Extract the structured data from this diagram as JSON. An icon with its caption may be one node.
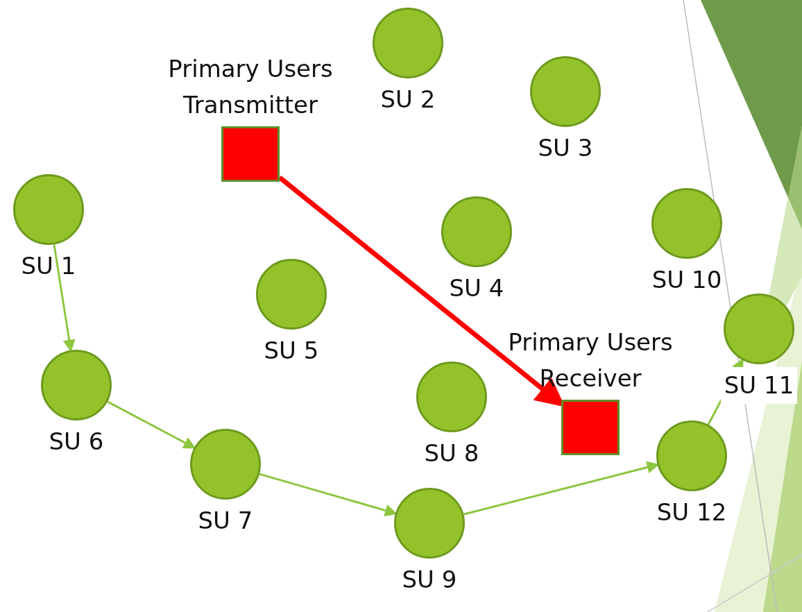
{
  "diagram": {
    "nodes": [
      {
        "text": [],
        "shape": "box",
        "beside": [
          "Primary Users Transmitter"
        ]
      },
      {
        "text": [],
        "shape": "circle",
        "beside": [
          "SU 1"
        ]
      },
      {
        "text": [],
        "shape": "circle",
        "beside": [
          "SU 2"
        ]
      },
      {
        "text": [],
        "shape": "circle",
        "beside": [
          "SU 3"
        ]
      },
      {
        "text": [],
        "shape": "circle",
        "beside": [
          "SU 4"
        ]
      },
      {
        "text": [],
        "shape": "circle",
        "beside": [
          "SU 5"
        ]
      },
      {
        "text": [],
        "shape": "circle",
        "beside": [
          "SU 6"
        ]
      },
      {
        "text": [],
        "shape": "circle",
        "beside": [
          "SU 7"
        ]
      },
      {
        "text": [],
        "shape": "circle",
        "beside": [
          "SU 8"
        ]
      },
      {
        "text": [],
        "shape": "circle",
        "beside": [
          "SU 9"
        ]
      },
      {
        "text": [],
        "shape": "circle",
        "beside": [
          "SU 10"
        ]
      },
      {
        "text": [],
        "shape": "circle",
        "beside": [
          "SU 11"
        ]
      },
      {
        "text": [],
        "shape": "circle",
        "beside": [
          "SU 12"
        ]
      },
      {
        "text": [],
        "shape": "box",
        "beside": [
          "Primary Users Receiver"
        ]
      }
    ],
    "edges": [
      {
        "from": 0,
        "to": 13,
        "arrow": "to",
        "style": "thick",
        "color": "#ff0000"
      },
      {
        "from": 1,
        "to": 6,
        "arrow": "to"
      },
      {
        "from": 6,
        "to": 7,
        "arrow": "to"
      },
      {
        "from": 7,
        "to": 9,
        "arrow": "to"
      },
      {
        "from": 9,
        "to": 12,
        "arrow": "to"
      },
      {
        "from": 12,
        "to": 11,
        "arrow": "to"
      }
    ]
  }
}
